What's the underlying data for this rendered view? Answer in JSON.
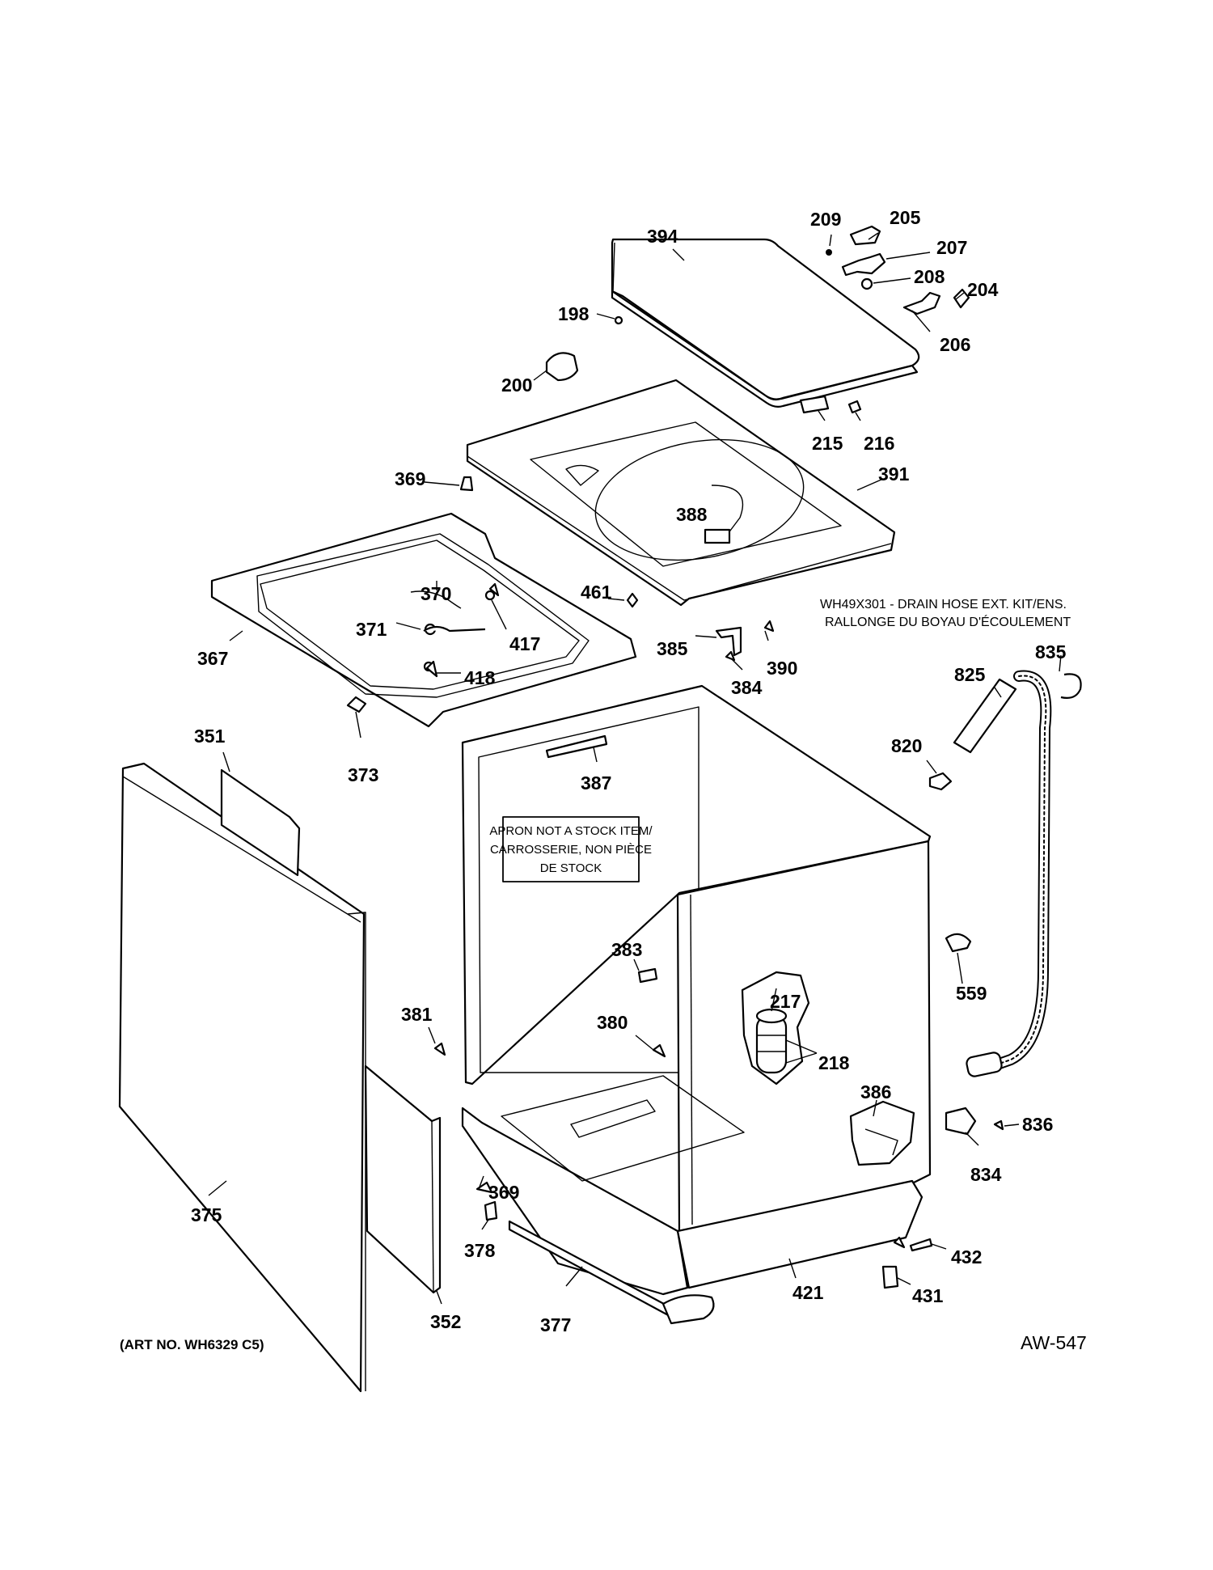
{
  "callouts": {
    "c394": "394",
    "c209": "209",
    "c205": "205",
    "c207": "207",
    "c208": "208",
    "c204": "204",
    "c206": "206",
    "c198": "198",
    "c200": "200",
    "c215": "215",
    "c216": "216",
    "c391": "391",
    "c369a": "369",
    "c388": "388",
    "c370": "370",
    "c371": "371",
    "c417": "417",
    "c418": "418",
    "c367": "367",
    "c461": "461",
    "c385": "385",
    "c384": "384",
    "c390": "390",
    "c825": "825",
    "c835": "835",
    "c820": "820",
    "c351": "351",
    "c373": "373",
    "c387": "387",
    "c383": "383",
    "c217": "217",
    "c218": "218",
    "c559": "559",
    "c381": "381",
    "c380": "380",
    "c386": "386",
    "c836": "836",
    "c834": "834",
    "c375": "375",
    "c369b": "369",
    "c378": "378",
    "c432": "432",
    "c431": "431",
    "c421": "421",
    "c377": "377",
    "c352": "352"
  },
  "notes": {
    "drain_kit_line1": "WH49X301 - DRAIN HOSE EXT. KIT/ENS.",
    "drain_kit_line2": "RALLONGE DU BOYAU D'ÉCOULEMENT",
    "apron_line1": "APRON NOT A STOCK ITEM/",
    "apron_line2": "CARROSSERIE, NON PIÈCE",
    "apron_line3": "DE STOCK"
  },
  "footer": {
    "art_number": "(ART NO. WH6329 C5)",
    "diagram_code": "AW-547"
  }
}
